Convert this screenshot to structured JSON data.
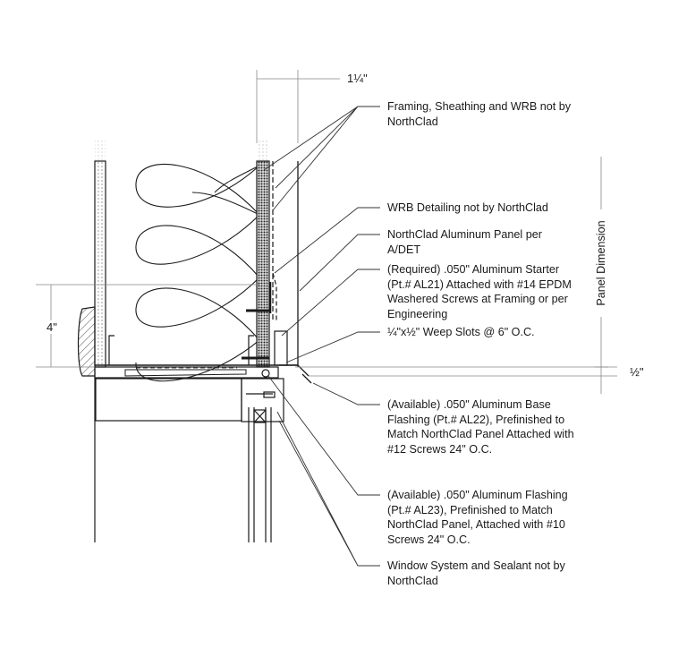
{
  "dimensions": {
    "top_width": "1¼\"",
    "left_height": "4\"",
    "panel_dimension": "Panel Dimension",
    "bottom_gap": "½\""
  },
  "callouts": [
    {
      "lines": [
        "Framing, Sheathing and WRB not by",
        "NorthClad"
      ]
    },
    {
      "lines": [
        "WRB Detailing not by NorthClad"
      ]
    },
    {
      "lines": [
        "NorthClad Aluminum Panel per",
        "A/DET"
      ]
    },
    {
      "lines": [
        "(Required) .050\" Aluminum Starter",
        "(Pt.# AL21) Attached with #14 EPDM",
        "Washered Screws at Framing or per",
        "Engineering"
      ]
    },
    {
      "lines": [
        "¼\"x½\" Weep Slots @ 6\" O.C."
      ]
    },
    {
      "lines": [
        "(Available) .050\" Aluminum Base",
        "Flashing (Pt.# AL22), Prefinished to",
        "Match NorthClad Panel Attached with",
        "#12  Screws 24\" O.C."
      ]
    },
    {
      "lines": [
        "(Available) .050\" Aluminum Flashing",
        "(Pt.# AL23), Prefinished to Match",
        "NorthClad Panel, Attached with #10",
        "Screws 24\" O.C."
      ]
    },
    {
      "lines": [
        "Window System and Sealant not by",
        "NorthClad"
      ]
    }
  ],
  "colors": {
    "line": "#1a1a1a",
    "thin": "#777777"
  }
}
